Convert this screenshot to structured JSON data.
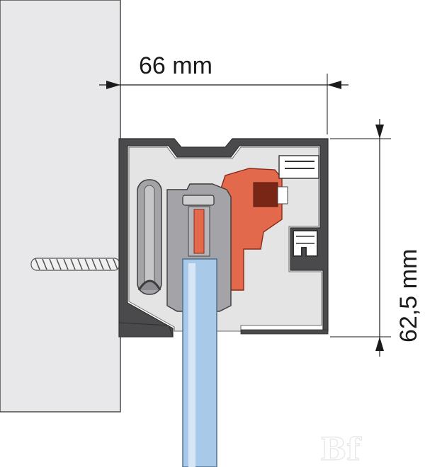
{
  "dimensions": {
    "width_label": "66 mm",
    "height_label": "62,5 mm"
  },
  "logo": "Bf",
  "colors": {
    "wall": "#e8e8ea",
    "profile_dark": "#4a4a4c",
    "profile_light": "#e4e4e4",
    "roller_gray": "#a4a4a8",
    "carriage_red": "#e3694c",
    "glass": "#a9c9e9",
    "line": "#1a1a1a"
  }
}
